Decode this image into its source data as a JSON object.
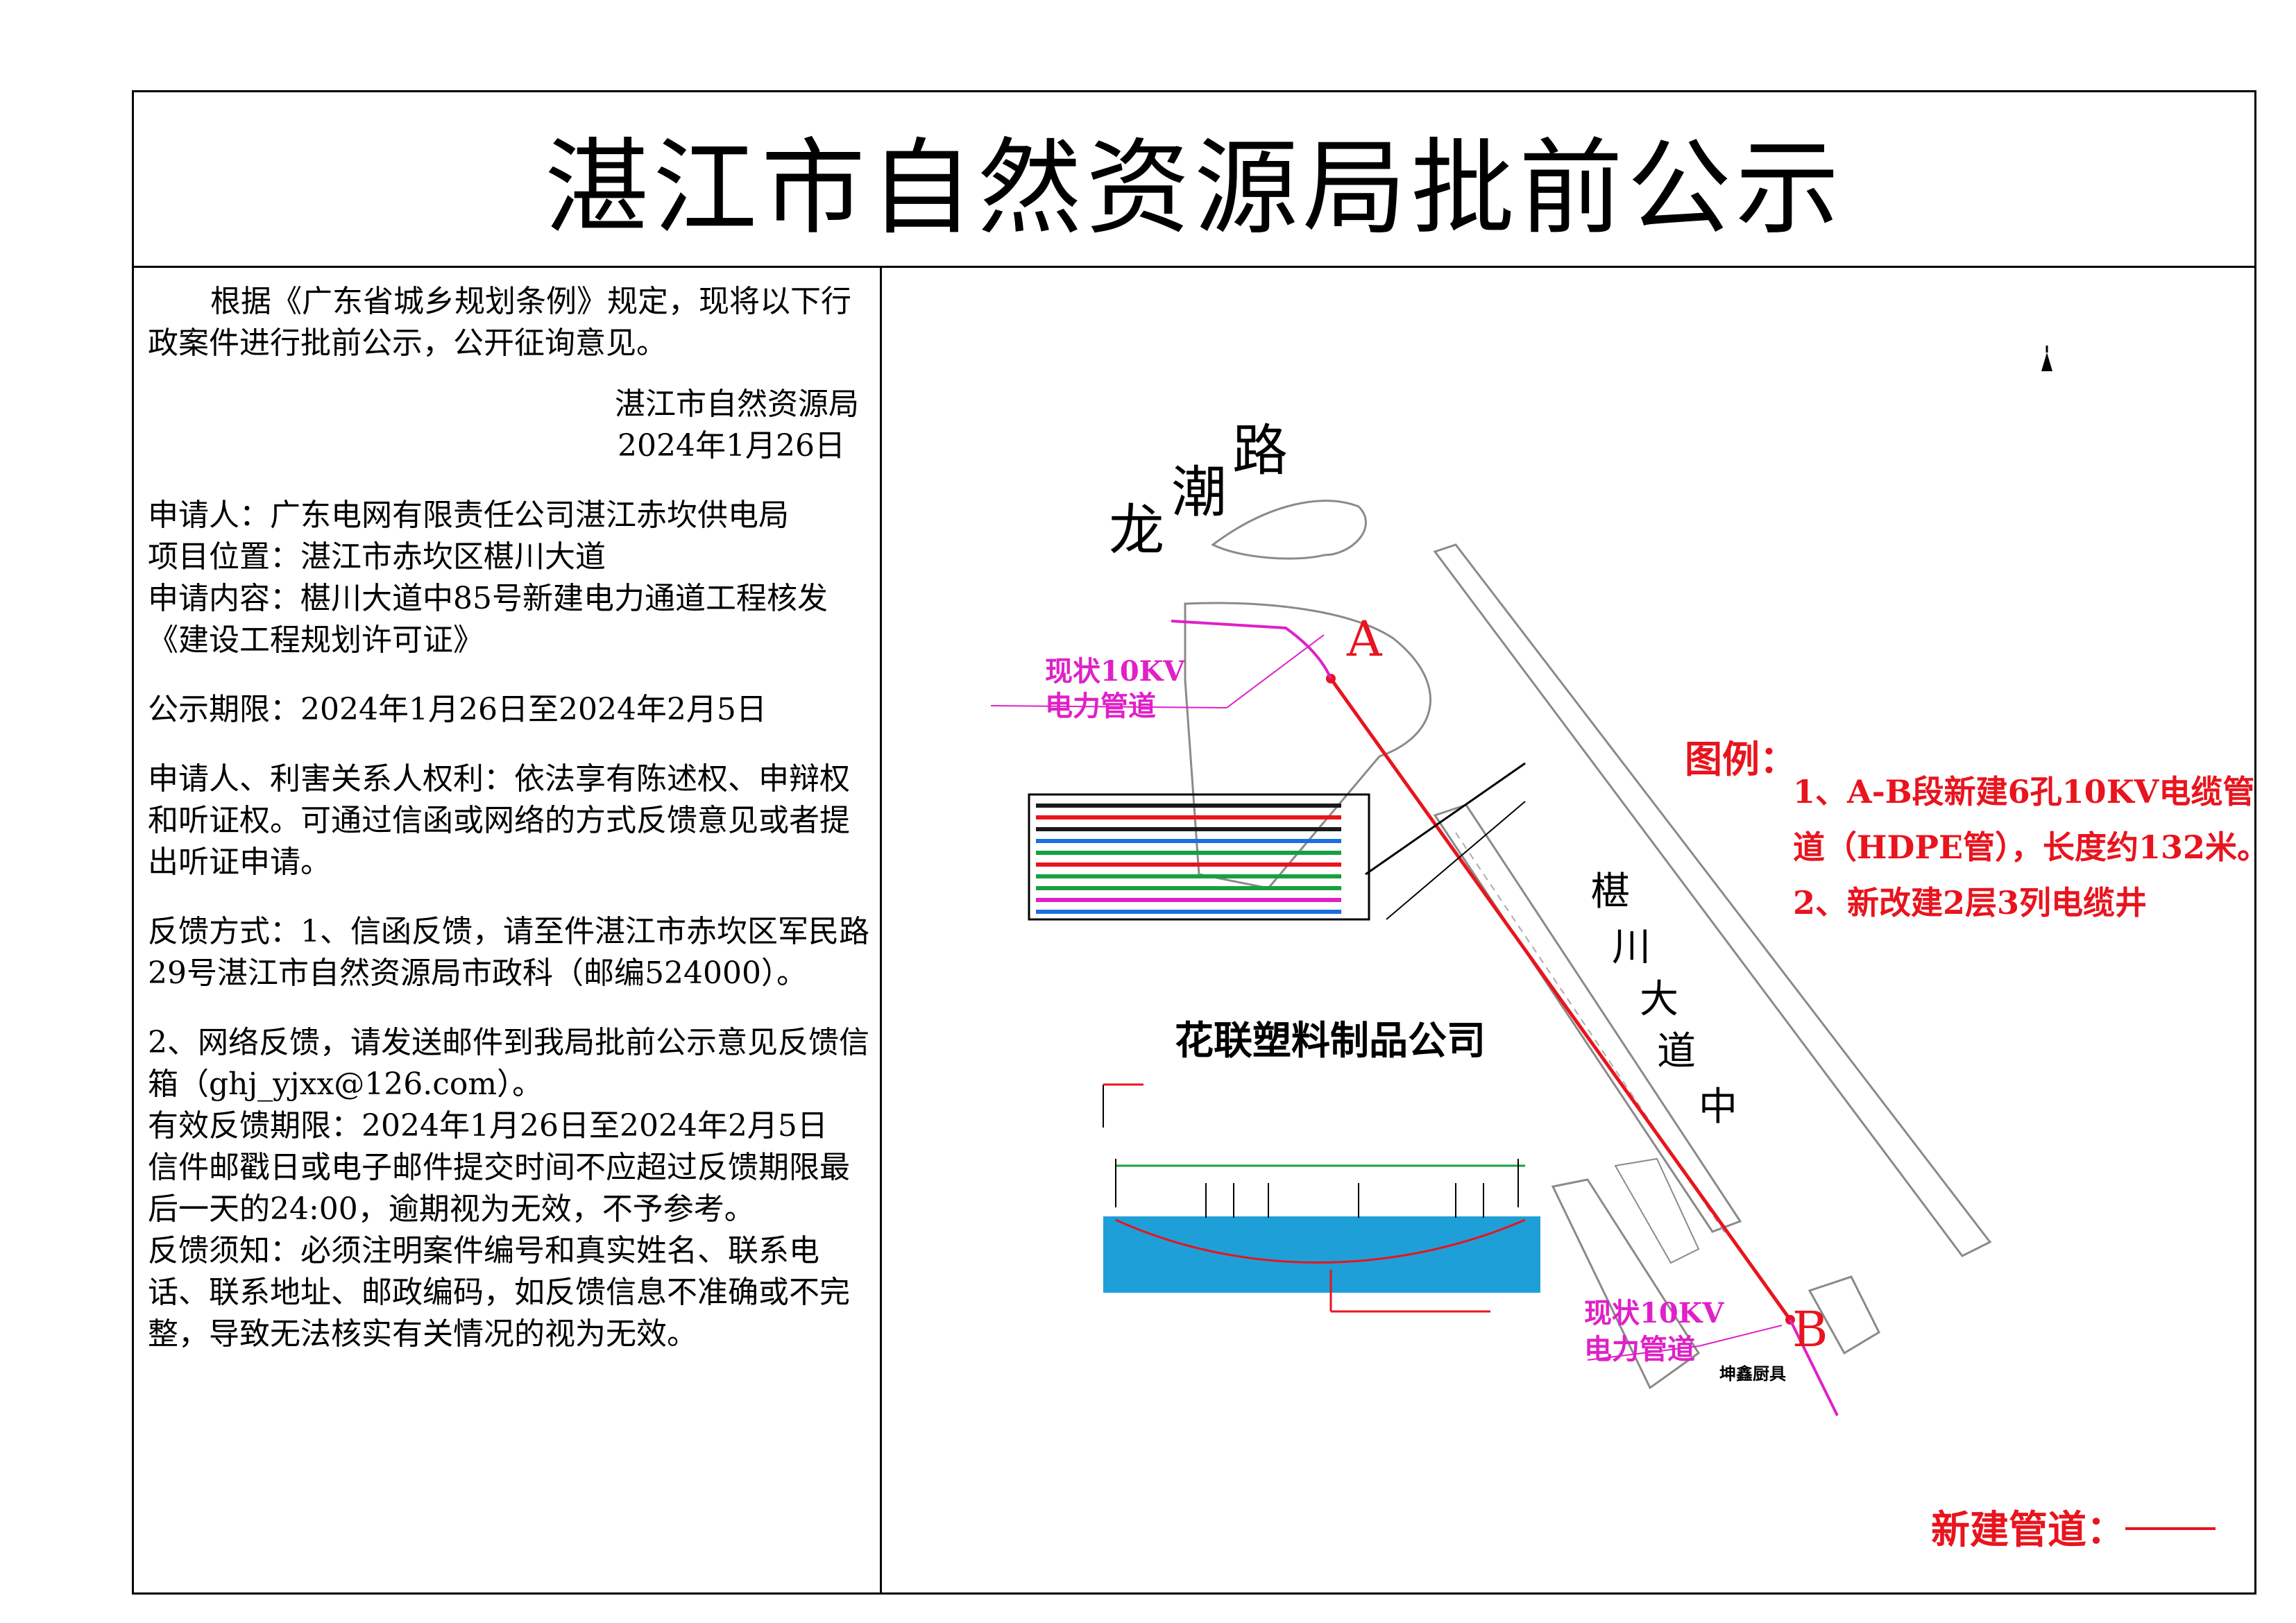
{
  "title": "湛江市自然资源局批前公示",
  "notice": {
    "intro": "根据《广东省城乡规划条例》规定，现将以下行政案件进行批前公示，公开征询意见。",
    "issuer": "湛江市自然资源局",
    "date": "2024年1月26日",
    "applicant": "申请人：广东电网有限责任公司湛江赤坎供电局",
    "location": "项目位置：湛江市赤坎区椹川大道",
    "content": "申请内容：椹川大道中85号新建电力通道工程核发《建设工程规划许可证》",
    "period": "公示期限：2024年1月26日至2024年2月5日",
    "rights": "申请人、利害关系人权利：依法享有陈述权、申辩权和听证权。可通过信函或网络的方式反馈意见或者提出听证申请。",
    "feedback_1": "反馈方式：1、信函反馈，请至件湛江市赤坎区军民路29号湛江市自然资源局市政科（邮编524000）。",
    "feedback_2": "2、网络反馈，请发送邮件到我局批前公示意见反馈信箱（ghj_yjxx@126.com）。",
    "valid_period": "有效反馈期限：2024年1月26日至2024年2月5日",
    "postmark": "信件邮戳日或电子邮件提交时间不应超过反馈期限最后一天的24:00，逾期视为无效，不予参考。",
    "requirements": "反馈须知：必须注明案件编号和真实姓名、联系电话、联系地址、邮政编码，如反馈信息不准确或不完整，导致无法核实有关情况的视为无效。"
  },
  "map": {
    "road_longchao": [
      "龙",
      "潮",
      "路"
    ],
    "road_zhanchuan": [
      "椹",
      "川",
      "大",
      "道",
      "中"
    ],
    "point_a": "A",
    "point_b": "B",
    "existing_line_top": [
      "现状10KV",
      "电力管道"
    ],
    "existing_line_bottom": [
      "现状10KV",
      "电力管道"
    ],
    "company": "花联塑料制品公司",
    "kitchen": "坤鑫厨具",
    "legend_title": "图例：",
    "legend_1a": "1、A-B段新建6孔10KV电缆管",
    "legend_1b": "道（HDPE管），长度约132米。",
    "legend_2": "2、新改建2层3列电缆井",
    "new_pipe": "新建管道：",
    "colors": {
      "red": "#e8141e",
      "magenta": "#e020c8",
      "gray": "#8a8a8a",
      "blue": "#1e6ee0"
    }
  }
}
